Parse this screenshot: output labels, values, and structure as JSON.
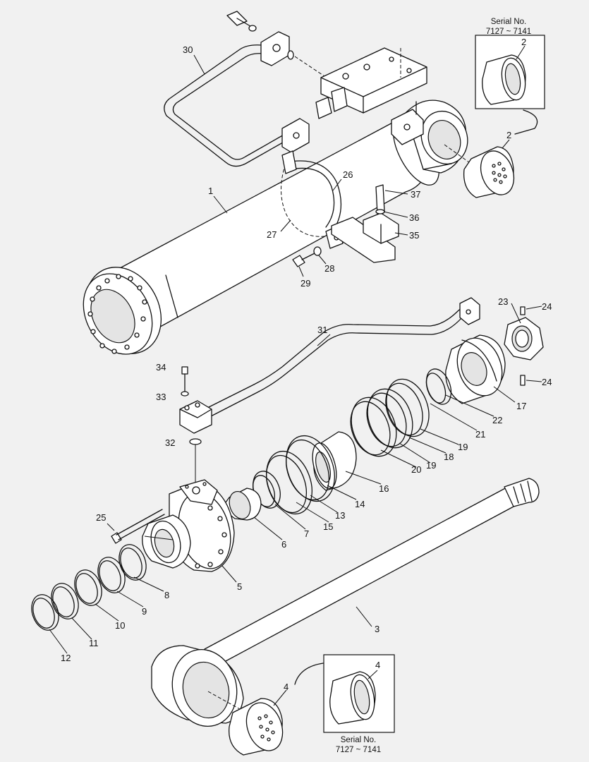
{
  "labels": {
    "p1": "1",
    "p2a": "2",
    "p2b": "2",
    "p3": "3",
    "p4a": "4",
    "p4b": "4",
    "p5": "5",
    "p6": "6",
    "p7": "7",
    "p8": "8",
    "p9": "9",
    "p10": "10",
    "p11": "11",
    "p12": "12",
    "p13": "13",
    "p14": "14",
    "p15": "15",
    "p16": "16",
    "p17": "17",
    "p18": "18",
    "p19a": "19",
    "p19b": "19",
    "p20": "20",
    "p21": "21",
    "p22": "22",
    "p23": "23",
    "p24a": "24",
    "p24b": "24",
    "p25": "25",
    "p26": "26",
    "p27": "27",
    "p28": "28",
    "p29": "29",
    "p30": "30",
    "p31": "31",
    "p32": "32",
    "p33": "33",
    "p34": "34",
    "p35": "35",
    "p36": "36",
    "p37": "37"
  },
  "insets": {
    "top": {
      "line1": "Serial No.",
      "line2": "7127 ~ 7141"
    },
    "bottom": {
      "line1": "Serial No.",
      "line2": "7127 ~ 7141"
    }
  }
}
